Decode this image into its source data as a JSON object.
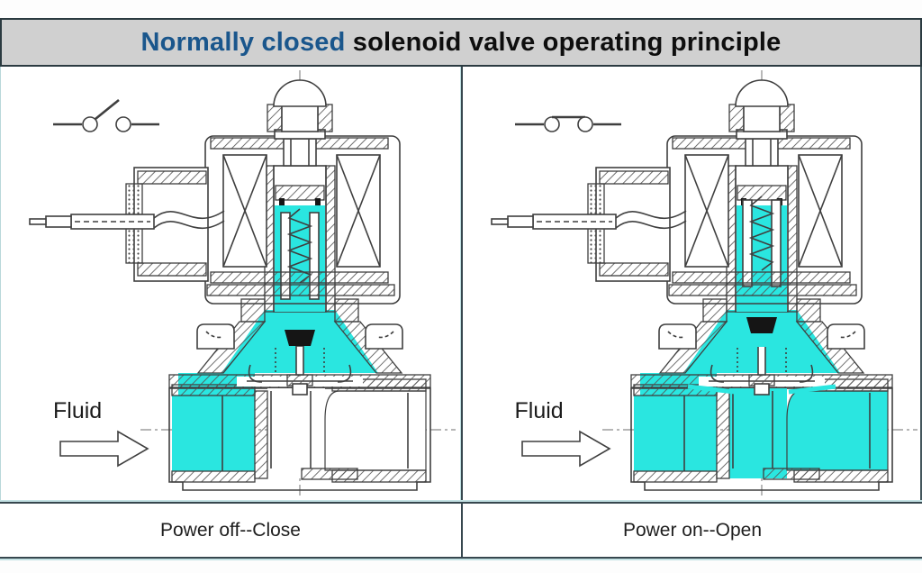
{
  "title": {
    "highlight": "Normally closed",
    "rest": " solenoid valve operating principle"
  },
  "panels": [
    {
      "id": "power-off",
      "switch_state": "open",
      "fluid_label": "Fluid",
      "caption": "Power off--Close"
    },
    {
      "id": "power-on",
      "switch_state": "closed",
      "fluid_label": "Fluid",
      "caption": "Power on--Open"
    }
  ],
  "colors": {
    "fluid": "#2ae6e0",
    "line": "#3f3f3f",
    "seal": "#151515",
    "title_bg": "#d0d0d0",
    "title_highlight": "#1a568c",
    "title_text": "#0e0e0e",
    "frame_dark": "#37474f",
    "frame_light": "#b9d8da"
  }
}
